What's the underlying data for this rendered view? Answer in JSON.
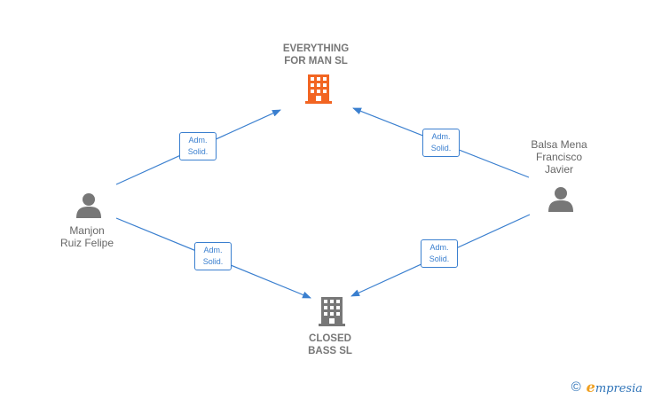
{
  "nodes": {
    "company_top": {
      "label": "EVERYTHING\nFOR MAN  SL",
      "icon": "building-icon",
      "color": "#f26522"
    },
    "company_bottom": {
      "label": "CLOSED\nBASS SL",
      "icon": "building-icon",
      "color": "#777777"
    },
    "person_left": {
      "label": "Manjon\nRuiz Felipe",
      "icon": "person-icon",
      "color": "#777777"
    },
    "person_right": {
      "label": "Balsa Mena\nFrancisco\nJavier",
      "icon": "person-icon",
      "color": "#777777"
    }
  },
  "edges": [
    {
      "from": "person_left",
      "to": "company_top",
      "line1": "Adm.",
      "line2": "Solid."
    },
    {
      "from": "person_right",
      "to": "company_top",
      "line1": "Adm.",
      "line2": "Solid."
    },
    {
      "from": "person_left",
      "to": "company_bottom",
      "line1": "Adm.",
      "line2": "Solid."
    },
    {
      "from": "person_right",
      "to": "company_bottom",
      "line1": "Adm.",
      "line2": "Solid."
    }
  ],
  "colors": {
    "edge": "#3a7fcf",
    "accent_company": "#f26522",
    "neutral_icon": "#777777"
  },
  "footer": {
    "copyright_symbol": "©",
    "brand_initial": "e",
    "brand_rest": "mpresia"
  }
}
